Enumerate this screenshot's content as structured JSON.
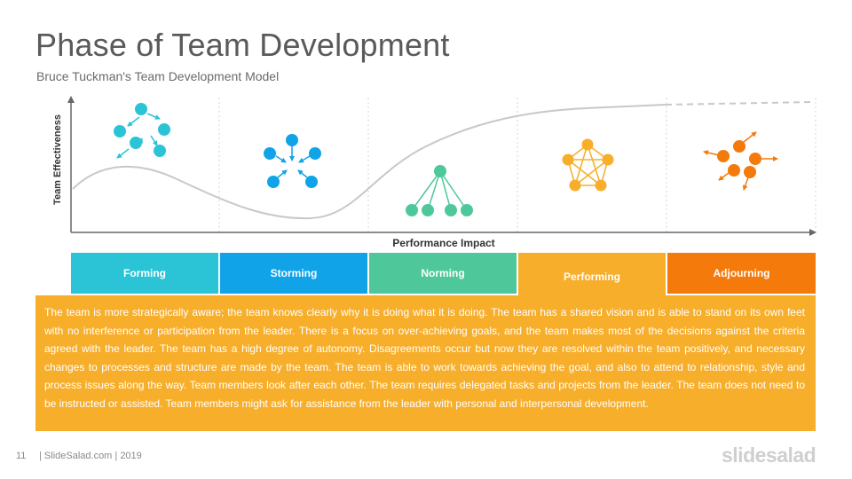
{
  "slide": {
    "title": "Phase of Team Development",
    "subtitle": "Bruce Tuckman's Team Development Model"
  },
  "chart": {
    "y_axis_label": "Team Effectiveness",
    "x_axis_label": "Performance Impact"
  },
  "stages": [
    {
      "label": "Forming",
      "color": "#2bc4d6"
    },
    {
      "label": "Storming",
      "color": "#10a3e8"
    },
    {
      "label": "Norming",
      "color": "#4ec89b"
    },
    {
      "label": "Performing",
      "color": "#f7ae2b"
    },
    {
      "label": "Adjourning",
      "color": "#f57a0c"
    }
  ],
  "active_stage": "Performing",
  "description": "The team is more strategically aware; the team knows clearly why it is doing what it is doing. The team has a shared vision and is able to stand on its own feet with no interference or participation from the leader. There is a focus on over-achieving goals, and the team makes most of the decisions against the criteria agreed with the leader. The team has a high degree of autonomy. Disagreements occur but now they are resolved within the team positively, and necessary changes to processes and structure are made by the team. The team is able to work towards achieving the goal, and also to attend to relationship, style and process issues along the way. Team members look after each other. The team requires delegated tasks and projects from the leader. The team does not need to be instructed or assisted. Team members might ask for assistance from the leader with personal and interpersonal development.",
  "footer": {
    "page_number": "11",
    "text": "| SlideSalad.com | 2019",
    "brand": "slidesalad"
  },
  "icons": [
    "forming-network-icon",
    "storming-network-icon",
    "norming-network-icon",
    "performing-network-icon",
    "adjourning-network-icon"
  ]
}
